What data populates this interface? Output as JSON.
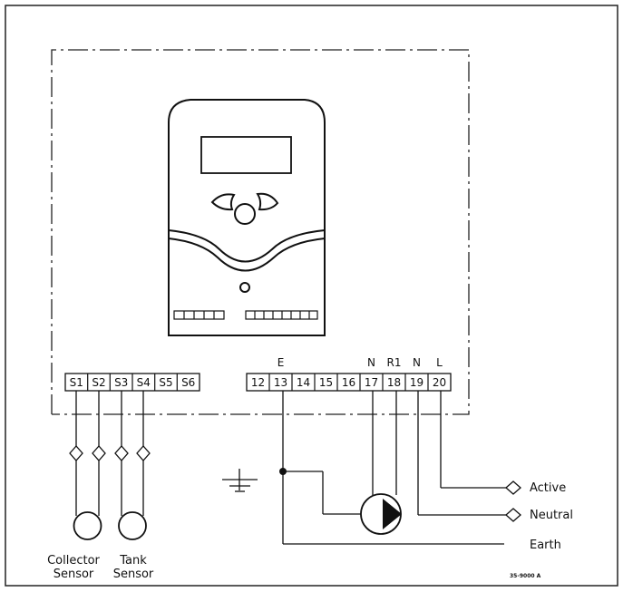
{
  "sensor_terminals": [
    "S1",
    "S2",
    "S3",
    "S4",
    "S5",
    "S6"
  ],
  "output_terminals": [
    "12",
    "13",
    "14",
    "15",
    "16",
    "17",
    "18",
    "19",
    "20"
  ],
  "terminal_markers": {
    "t13": "E",
    "t17": "N",
    "t18": "R1",
    "t19": "N",
    "t20": "L"
  },
  "sensor_labels": {
    "collector_line1": "Collector",
    "collector_line2": "Sensor",
    "tank_line1": "Tank",
    "tank_line2": "Sensor"
  },
  "wire_labels": {
    "active": "Active",
    "neutral": "Neutral",
    "earth": "Earth"
  },
  "drawing_ref": "35-9000 A"
}
